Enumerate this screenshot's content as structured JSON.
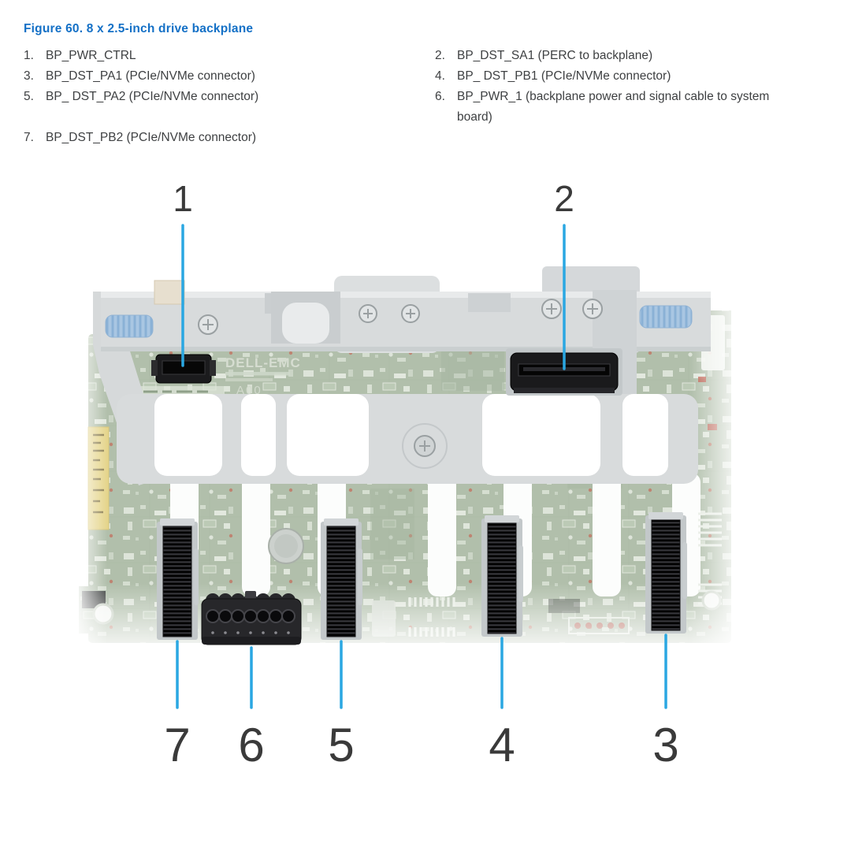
{
  "figure": {
    "title": "Figure 60. 8 x 2.5-inch drive backplane",
    "title_color": "#1470c6"
  },
  "legend": {
    "rows": [
      {
        "left_num": "1.",
        "left_label": "BP_PWR_CTRL",
        "right_num": "2.",
        "right_label": "BP_DST_SA1 (PERC to backplane)"
      },
      {
        "left_num": "3.",
        "left_label": "BP_DST_PA1 (PCIe/NVMe connector)",
        "right_num": "4.",
        "right_label": "BP_ DST_PB1 (PCIe/NVMe connector)"
      },
      {
        "left_num": "5.",
        "left_label": "BP_ DST_PA2 (PCIe/NVMe connector)",
        "right_num": "6.",
        "right_label": "BP_PWR_1 (backplane power and signal cable to system board)"
      },
      {
        "left_num": "7.",
        "left_label": "BP_DST_PB2 (PCIe/NVMe connector)"
      }
    ]
  },
  "callouts": {
    "leader_color": "#2aa7e2",
    "number_color": "#3a3a3a",
    "top": [
      {
        "label": "1"
      },
      {
        "label": "2"
      }
    ],
    "bottom": [
      {
        "label": "7"
      },
      {
        "label": "6"
      },
      {
        "label": "5"
      },
      {
        "label": "4"
      },
      {
        "label": "3"
      }
    ]
  },
  "board": {
    "logo": "DELL-EMC",
    "revision": "A00",
    "pcb_color": "#b1bfab",
    "bracket_color": "#d8dbdc"
  }
}
